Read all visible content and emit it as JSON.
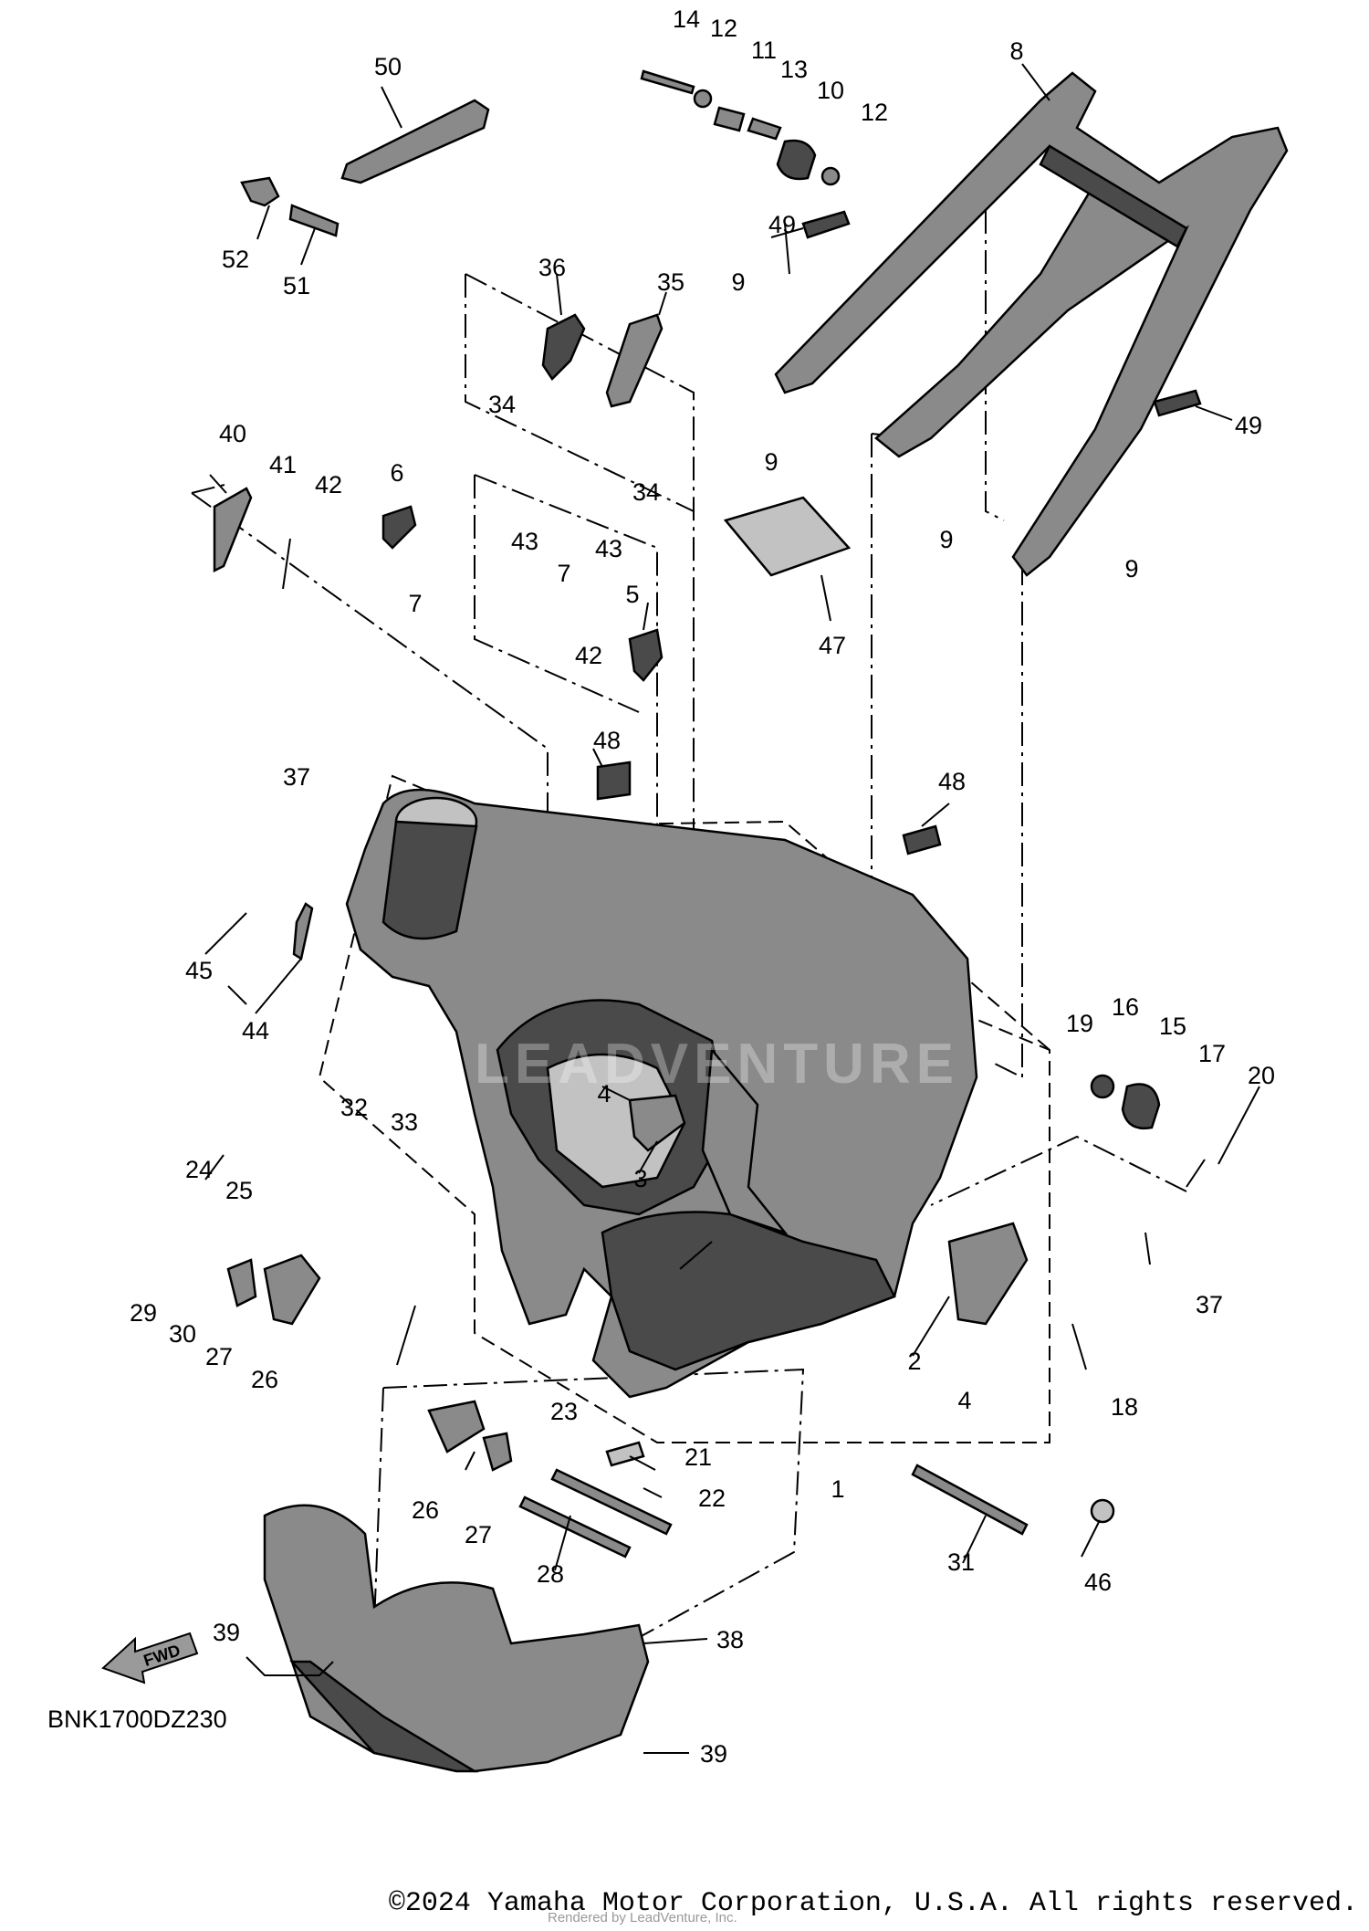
{
  "diagram": {
    "code": "BNK1700DZ230",
    "fwd_label": "FWD",
    "copyright": "©2024 Yamaha Motor Corporation, U.S.A. All rights reserved.",
    "rendered_by": "Rendered by LeadVenture, Inc.",
    "watermark": "LEADVENTURE",
    "callouts": [
      "1",
      "2",
      "3",
      "4",
      "4",
      "5",
      "6",
      "7",
      "7",
      "8",
      "9",
      "9",
      "9",
      "9",
      "10",
      "11",
      "12",
      "12",
      "13",
      "14",
      "15",
      "16",
      "17",
      "18",
      "19",
      "20",
      "21",
      "22",
      "23",
      "24",
      "25",
      "26",
      "26",
      "27",
      "27",
      "28",
      "29",
      "30",
      "31",
      "32",
      "33",
      "34",
      "34",
      "35",
      "36",
      "37",
      "37",
      "38",
      "39",
      "39",
      "40",
      "41",
      "42",
      "42",
      "43",
      "43",
      "44",
      "45",
      "46",
      "47",
      "48",
      "48",
      "49",
      "49",
      "50",
      "51",
      "52"
    ]
  }
}
